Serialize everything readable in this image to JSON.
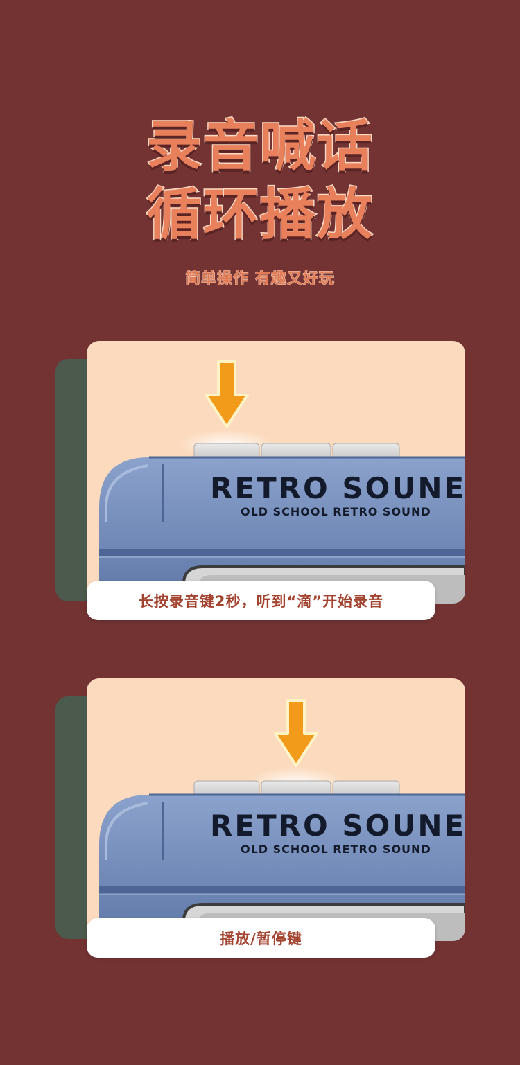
{
  "headline": {
    "line1": "录音喊话",
    "line2": "循环播放"
  },
  "subtitle": "简单操作 有趣又好玩",
  "device": {
    "brand_title": "RETRO SOUNE",
    "brand_subtitle": "OLD SCHOOL RETRO SOUND"
  },
  "cards": [
    {
      "caption": "长按录音键2秒，听到“滴”开始录音",
      "highlighted_button": "first"
    },
    {
      "caption": "播放/暂停键",
      "highlighted_button": "second"
    }
  ],
  "colors": {
    "background": "#733333",
    "card": "#fcdabd",
    "card_shadow": "#4b5a4c",
    "device_blue": "#6f88b8",
    "arrow": "#f29a1a",
    "headline": "#e8805c",
    "caption_text": "#a3432f"
  },
  "icons": [
    "down-arrow-icon"
  ]
}
